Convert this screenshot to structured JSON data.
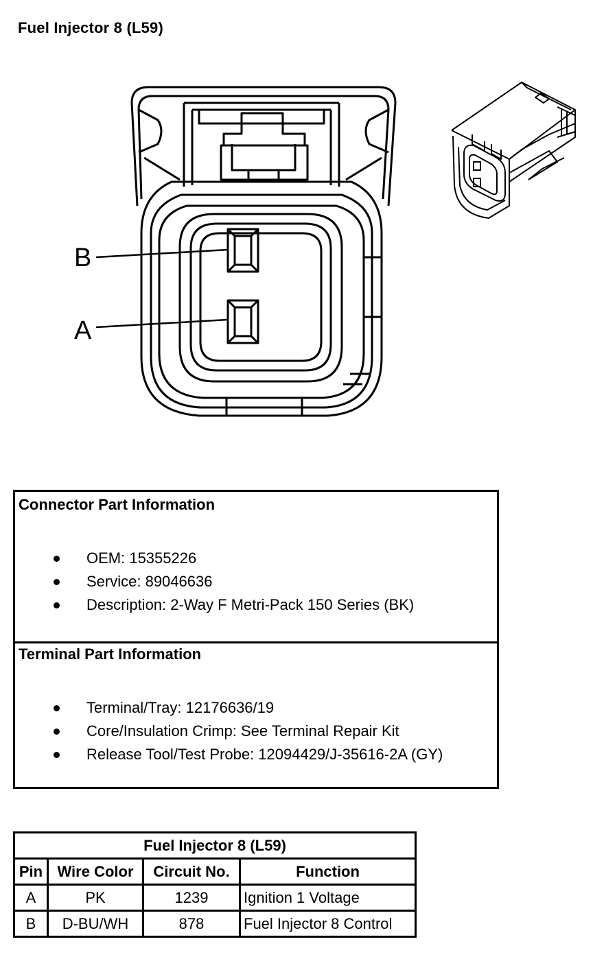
{
  "title": "Fuel Injector 8 (L59)",
  "pin_labels": {
    "b": "B",
    "a": "A"
  },
  "connector_info": {
    "heading": "Connector Part Information",
    "items": [
      "OEM: 15355226",
      "Service: 89046636",
      "Description: 2-Way F Metri-Pack 150 Series (BK)"
    ]
  },
  "terminal_info": {
    "heading": "Terminal Part Information",
    "items": [
      "Terminal/Tray: 12176636/19",
      "Core/Insulation Crimp: See Terminal Repair Kit",
      "Release Tool/Test Probe: 12094429/J-35616-2A (GY)"
    ]
  },
  "pin_table": {
    "caption": "Fuel Injector 8 (L59)",
    "headers": [
      "Pin",
      "Wire Color",
      "Circuit No.",
      "Function"
    ],
    "rows": [
      [
        "A",
        "PK",
        "1239",
        "Ignition 1 Voltage"
      ],
      [
        "B",
        "D-BU/WH",
        "878",
        "Fuel Injector 8 Control"
      ]
    ]
  }
}
